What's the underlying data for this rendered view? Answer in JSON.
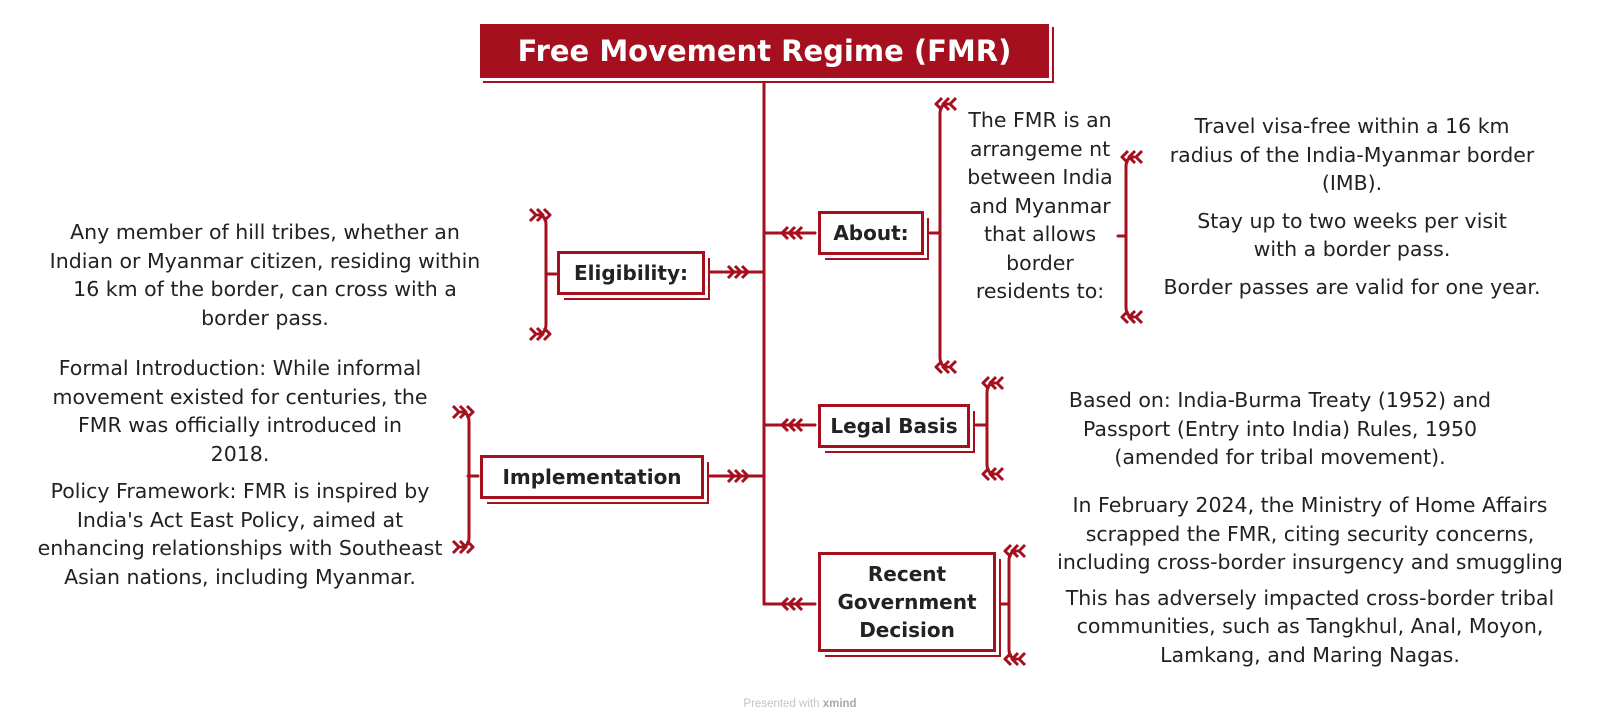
{
  "title": "Free Movement Regime (FMR)",
  "topics": {
    "about": {
      "label": "About:",
      "intro": "The FMR is an arrangeme nt between India and Myanmar that allows border residents to:",
      "points": [
        "Travel visa-free within a 16 km radius of the India-Myanmar border (IMB).",
        "Stay up to two weeks per visit with a border pass.",
        "Border passes are valid for one year."
      ]
    },
    "eligibility": {
      "label": "Eligibility:",
      "text": "Any member of hill tribes, whether an Indian or Myanmar citizen, residing within 16 km of the border, can cross with a border pass."
    },
    "legal_basis": {
      "label": "Legal Basis",
      "text": "Based on: India-Burma Treaty (1952) and Passport (Entry into India) Rules, 1950 (amended for tribal movement)."
    },
    "implementation": {
      "label": "Implementation",
      "points": [
        "Formal Introduction: While informal movement existed for centuries, the FMR was officially introduced in 2018.",
        "Policy Framework: FMR is inspired by India's Act East Policy, aimed at enhancing relationships with Southeast Asian nations, including Myanmar."
      ]
    },
    "recent": {
      "label": "Recent Government Decision",
      "points": [
        "In February 2024, the Ministry of Home Affairs scrapped the FMR, citing security concerns, including cross-border insurgency and smuggling",
        "This has adversely impacted cross-border tribal communities, such as Tangkhul, Anal, Moyon, Lamkang, and Maring Nagas."
      ]
    }
  },
  "footer": {
    "prefix": "Presented with",
    "brand": "xmind"
  },
  "colors": {
    "accent": "#a50f1e",
    "text": "#222222",
    "background": "#ffffff"
  }
}
